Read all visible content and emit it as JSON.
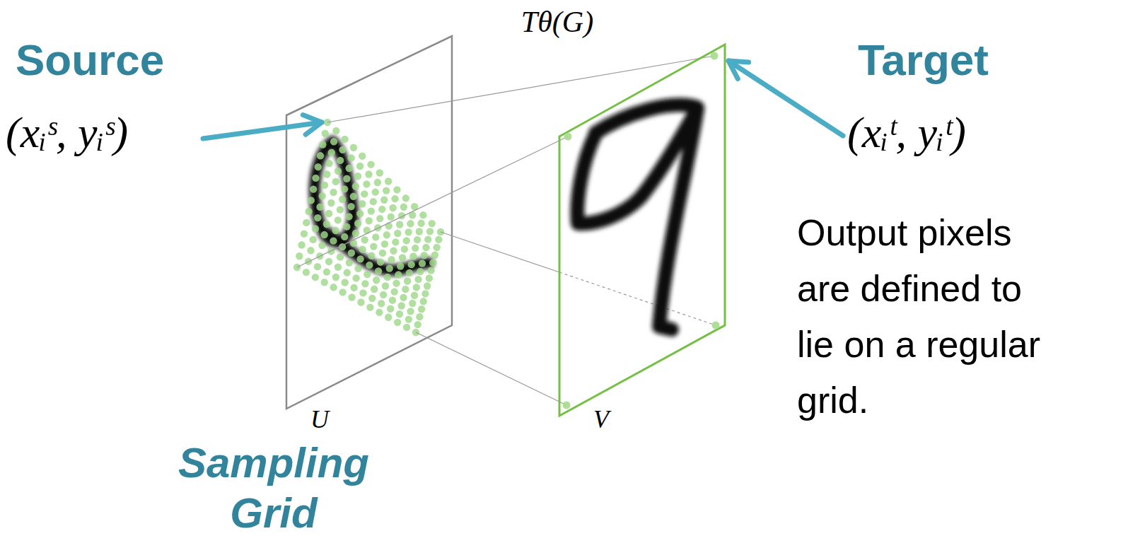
{
  "diagram": {
    "labels": [
      "Source",
      "(xᵢˢ, yᵢˢ)",
      "Tθ(G)",
      "Target",
      "(xᵢᵗ, yᵢᵗ)",
      "Output pixels are defined to lie on a regular grid.",
      "U",
      "V",
      "Sampling Grid"
    ]
  }
}
